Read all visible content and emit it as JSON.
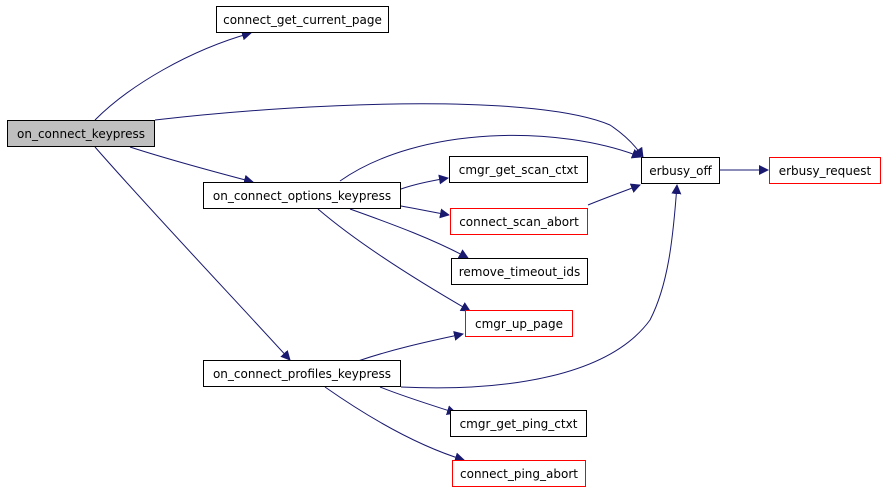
{
  "colors": {
    "edge": "#191970",
    "node_border": "#000000",
    "node_border_truncated": "#ff0000",
    "root_fill": "#bfbfbf"
  },
  "nodes": {
    "on_connect_keypress": "on_connect_keypress",
    "connect_get_current_page": "connect_get_current_page",
    "on_connect_options_keypress": "on_connect_options_keypress",
    "on_connect_profiles_keypress": "on_connect_profiles_keypress",
    "cmgr_get_scan_ctxt": "cmgr_get_scan_ctxt",
    "connect_scan_abort": "connect_scan_abort",
    "remove_timeout_ids": "remove_timeout_ids",
    "cmgr_up_page": "cmgr_up_page",
    "cmgr_get_ping_ctxt": "cmgr_get_ping_ctxt",
    "connect_ping_abort": "connect_ping_abort",
    "erbusy_off": "erbusy_off",
    "erbusy_request": "erbusy_request"
  },
  "edges": [
    {
      "from": "on_connect_keypress",
      "to": "connect_get_current_page"
    },
    {
      "from": "on_connect_keypress",
      "to": "erbusy_off"
    },
    {
      "from": "on_connect_keypress",
      "to": "on_connect_options_keypress"
    },
    {
      "from": "on_connect_keypress",
      "to": "on_connect_profiles_keypress"
    },
    {
      "from": "on_connect_options_keypress",
      "to": "erbusy_off"
    },
    {
      "from": "on_connect_options_keypress",
      "to": "cmgr_get_scan_ctxt"
    },
    {
      "from": "on_connect_options_keypress",
      "to": "connect_scan_abort"
    },
    {
      "from": "on_connect_options_keypress",
      "to": "remove_timeout_ids"
    },
    {
      "from": "on_connect_options_keypress",
      "to": "cmgr_up_page"
    },
    {
      "from": "connect_scan_abort",
      "to": "erbusy_off"
    },
    {
      "from": "erbusy_off",
      "to": "erbusy_request"
    },
    {
      "from": "on_connect_profiles_keypress",
      "to": "cmgr_up_page"
    },
    {
      "from": "on_connect_profiles_keypress",
      "to": "erbusy_off"
    },
    {
      "from": "on_connect_profiles_keypress",
      "to": "cmgr_get_ping_ctxt"
    },
    {
      "from": "on_connect_profiles_keypress",
      "to": "connect_ping_abort"
    }
  ]
}
